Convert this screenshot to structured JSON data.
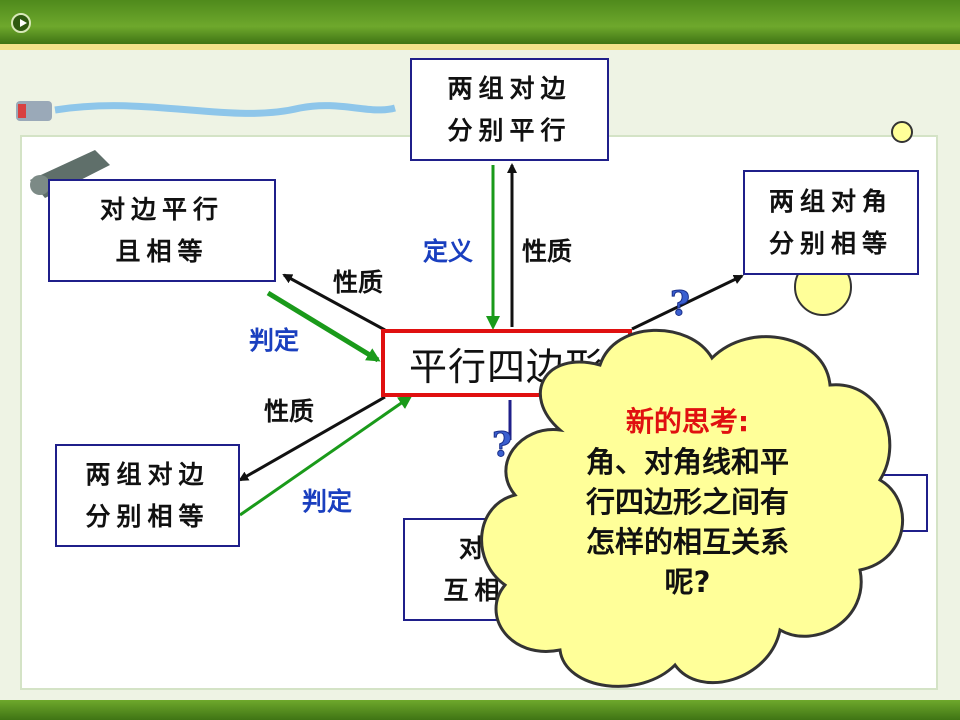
{
  "center": "平行四边形",
  "boxes": {
    "top": [
      "两组对边",
      "分别平行"
    ],
    "top_left": [
      "对边平行",
      "且相等"
    ],
    "bottom_left": [
      "两组对边",
      "分别相等"
    ],
    "top_right": [
      "两组对角",
      "分别相等"
    ],
    "bottom_center": [
      "对角线",
      "互相平分"
    ]
  },
  "labels": {
    "definition": "定义",
    "property_top": "性质",
    "property_upper_left": "性质",
    "judge_upper_left": "判定",
    "property_lower_left": "性质",
    "judge_lower_left": "判定"
  },
  "question_marks": [
    "?",
    "?"
  ],
  "bubble": {
    "title": "新的思考:",
    "lines": [
      "角、对角线和平",
      "行四边形之间有",
      "怎样的相互关系",
      "呢?"
    ]
  },
  "colors": {
    "accent_green": "#6ea82c",
    "arrow_green": "#1a9a1a",
    "center_border": "#e01010",
    "box_border": "#1f1f8a",
    "bubble_fill": "#ffff99",
    "label_blue": "#1a3fbf"
  }
}
